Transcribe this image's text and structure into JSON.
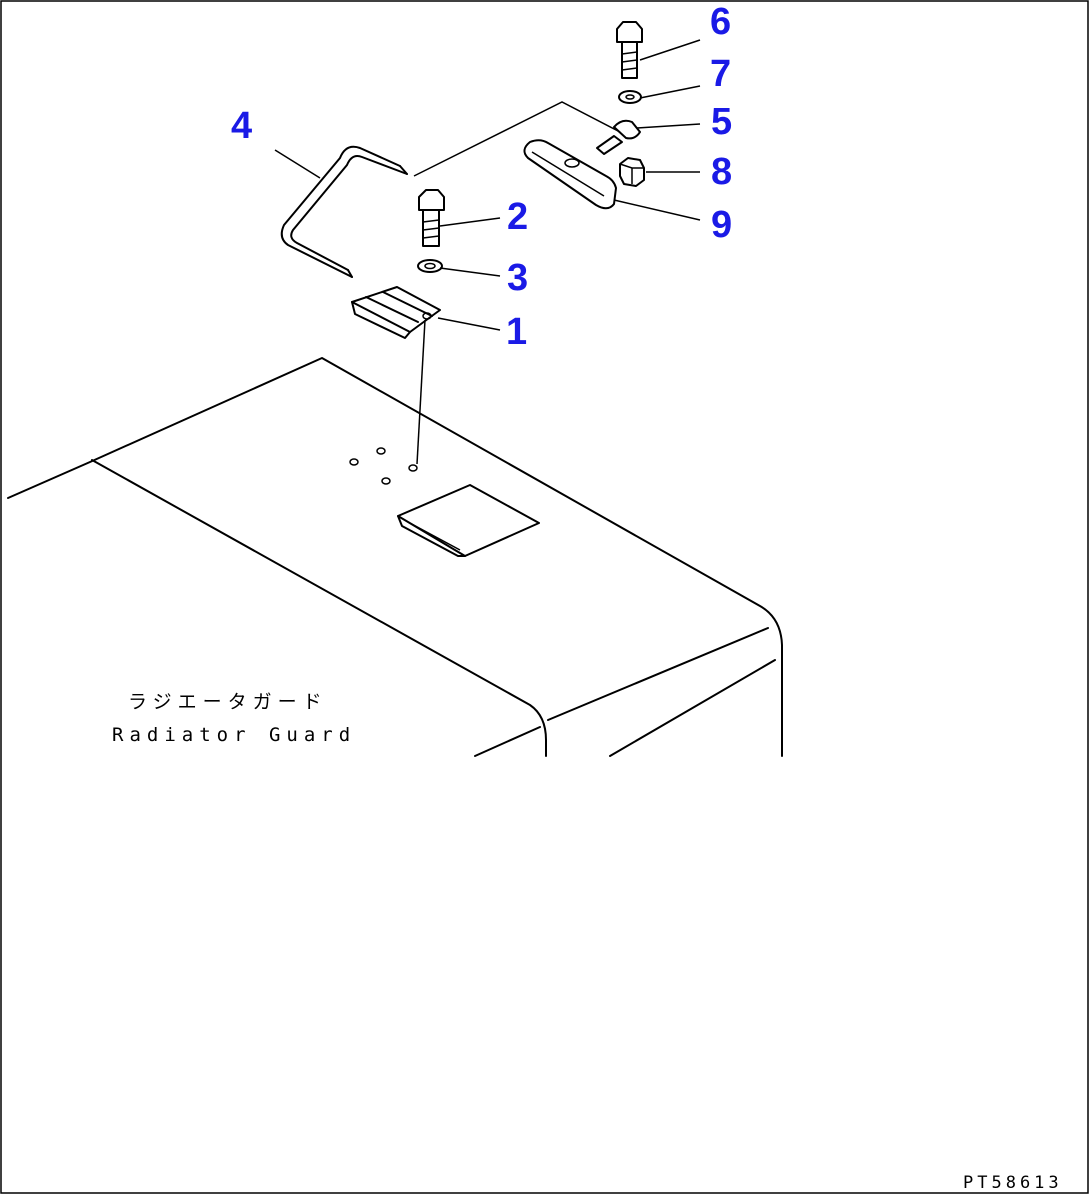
{
  "callouts": [
    {
      "id": "1",
      "label": "1"
    },
    {
      "id": "2",
      "label": "2"
    },
    {
      "id": "3",
      "label": "3"
    },
    {
      "id": "4",
      "label": "4"
    },
    {
      "id": "5",
      "label": "5"
    },
    {
      "id": "6",
      "label": "6"
    },
    {
      "id": "7",
      "label": "7"
    },
    {
      "id": "8",
      "label": "8"
    },
    {
      "id": "9",
      "label": "9"
    }
  ],
  "caption": {
    "japanese": "ラジエータガード",
    "english": "Radiator Guard"
  },
  "drawing_code": "PT58613",
  "colors": {
    "callout": "#1a1ae6",
    "line": "#000000",
    "background": "#ffffff"
  }
}
